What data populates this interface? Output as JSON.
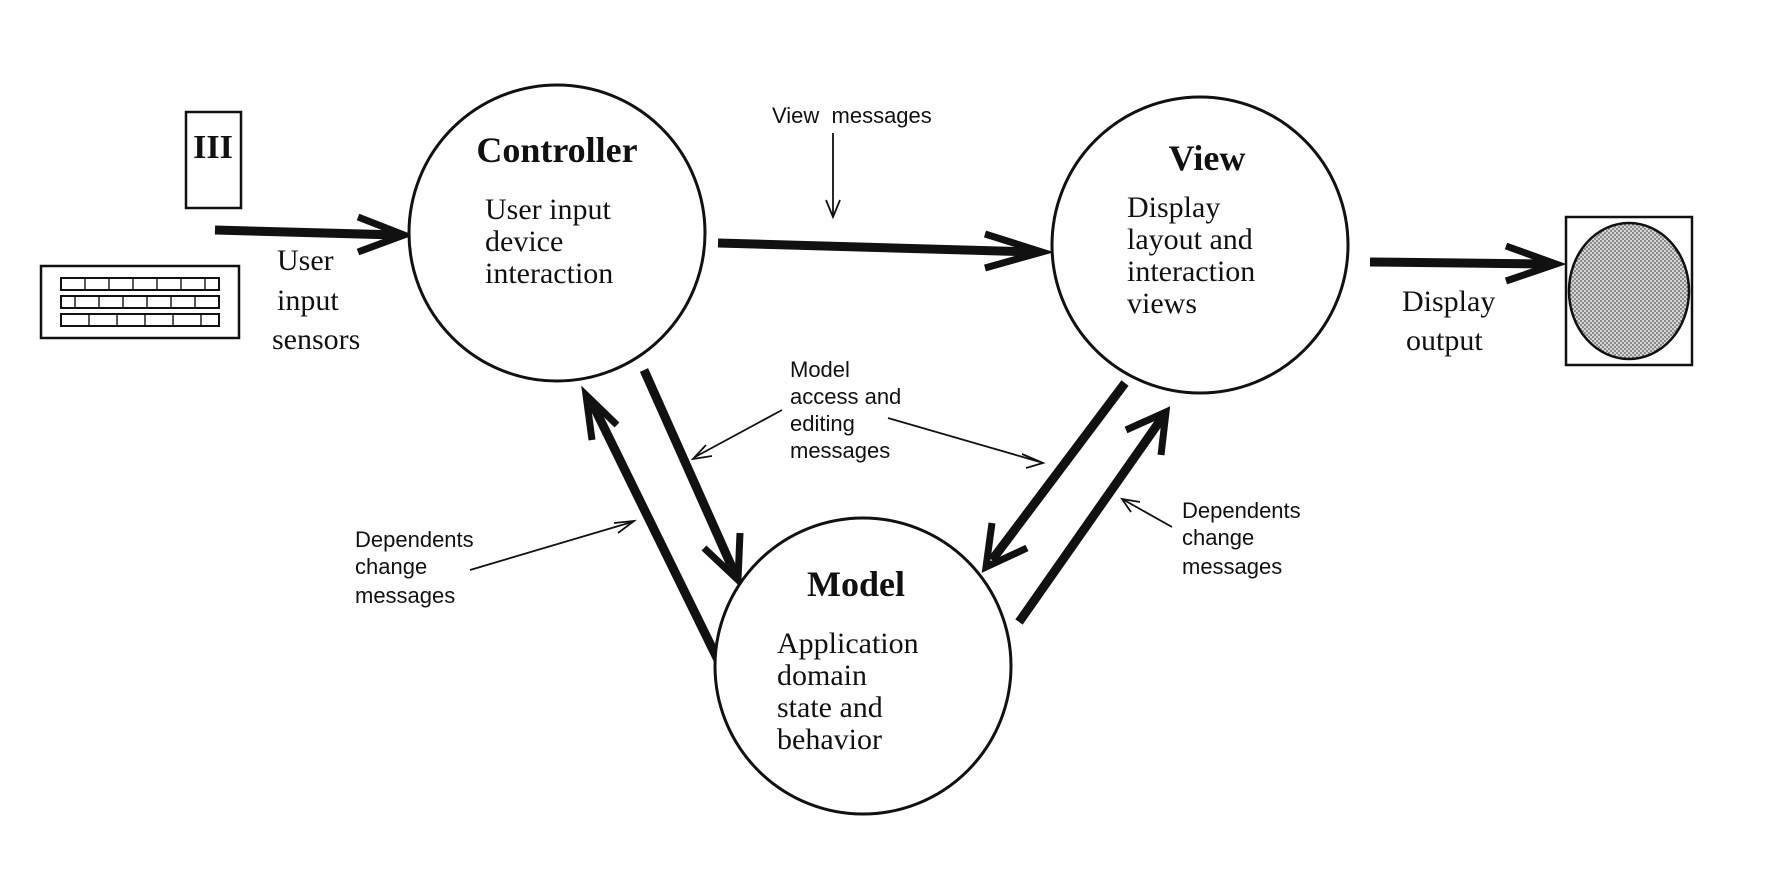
{
  "nodes": {
    "controller": {
      "title": "Controller",
      "lines": [
        "User input",
        "device",
        "interaction"
      ]
    },
    "view": {
      "title": "View",
      "lines": [
        "Display",
        "layout and",
        "interaction",
        "views"
      ]
    },
    "model": {
      "title": "Model",
      "lines": [
        "Application",
        "domain",
        "state and",
        "behavior"
      ]
    }
  },
  "labels": {
    "user_input_sensors": [
      "User",
      "input",
      "sensors"
    ],
    "display_output": [
      "Display",
      "output"
    ],
    "view_messages": "View  messages",
    "model_access": [
      "Model",
      "access and",
      "editing",
      "messages"
    ],
    "dependents_left": [
      "Dependents",
      "change",
      "messages"
    ],
    "dependents_right": [
      "Dependents",
      "change",
      "messages"
    ]
  },
  "devices": {
    "mouse_mark": "III"
  },
  "colors": {
    "ink": "#111111",
    "paper": "#ffffff",
    "screen_fill": "#c8c8c8"
  }
}
